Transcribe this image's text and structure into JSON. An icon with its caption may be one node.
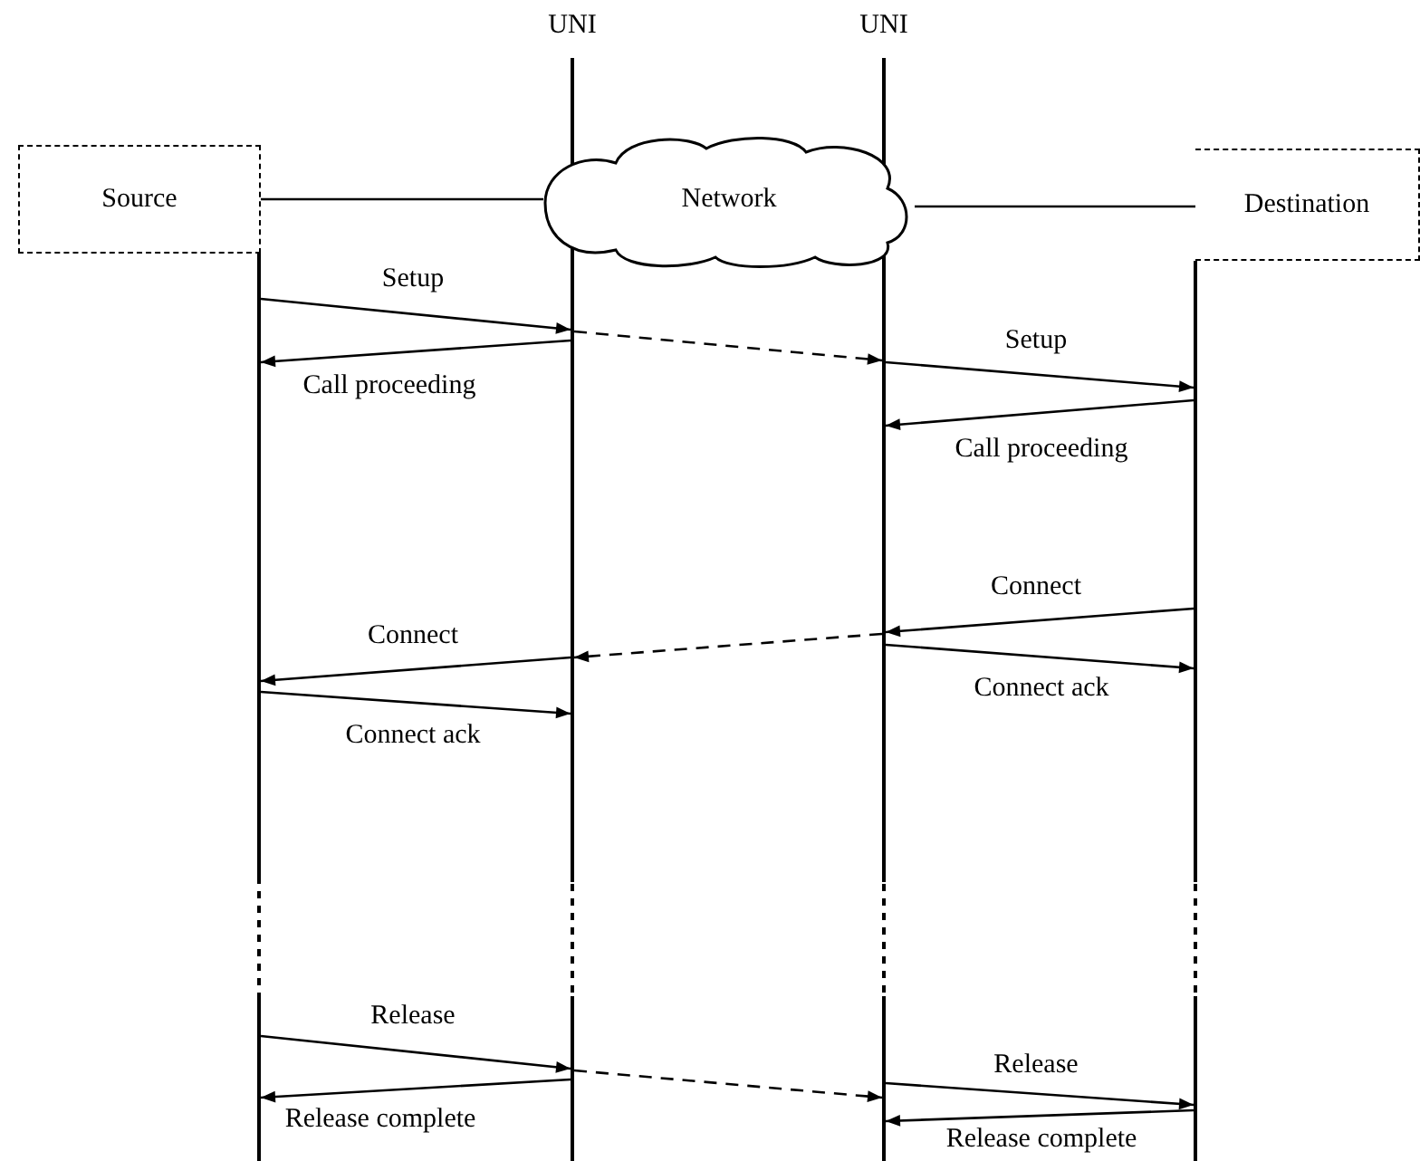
{
  "diagram": {
    "nodes": [
      {
        "text": [
          "UNI"
        ]
      },
      {
        "text": [
          "UNI"
        ]
      },
      {
        "text": [
          "Source"
        ]
      },
      {
        "text": [
          "Network"
        ]
      },
      {
        "text": [
          "Destination"
        ]
      },
      {
        "text": [],
        "shape": "line"
      },
      {
        "text": [],
        "shape": "line"
      }
    ],
    "edges": [
      {
        "from": 2,
        "to": 3,
        "arrow": "none"
      },
      {
        "from": 3,
        "to": 4,
        "arrow": "none"
      },
      {
        "from": 5,
        "to": 0,
        "arrow": "to",
        "label": "Setup"
      },
      {
        "from": 0,
        "to": 1,
        "arrow": "to",
        "style": "dashed"
      },
      {
        "from": 1,
        "to": 6,
        "arrow": "to",
        "label": "Setup"
      },
      {
        "from": 0,
        "to": 5,
        "arrow": "to",
        "label": "Call proceeding"
      },
      {
        "from": 6,
        "to": 1,
        "arrow": "to",
        "label": "Call proceeding"
      },
      {
        "from": 6,
        "to": 1,
        "arrow": "to",
        "label": "Connect"
      },
      {
        "from": 1,
        "to": 0,
        "arrow": "to",
        "style": "dashed"
      },
      {
        "from": 0,
        "to": 5,
        "arrow": "to",
        "label": "Connect"
      },
      {
        "from": 1,
        "to": 6,
        "arrow": "to",
        "label": "Connect ack"
      },
      {
        "from": 5,
        "to": 0,
        "arrow": "to",
        "label": "Connect ack"
      },
      {
        "from": 5,
        "to": 0,
        "arrow": "to",
        "label": "Release"
      },
      {
        "from": 0,
        "to": 1,
        "arrow": "to",
        "style": "dashed"
      },
      {
        "from": 1,
        "to": 6,
        "arrow": "to",
        "label": "Release"
      },
      {
        "from": 0,
        "to": 5,
        "arrow": "to",
        "label": "Release complete"
      },
      {
        "from": 6,
        "to": 1,
        "arrow": "to",
        "label": "Release complete"
      }
    ]
  }
}
